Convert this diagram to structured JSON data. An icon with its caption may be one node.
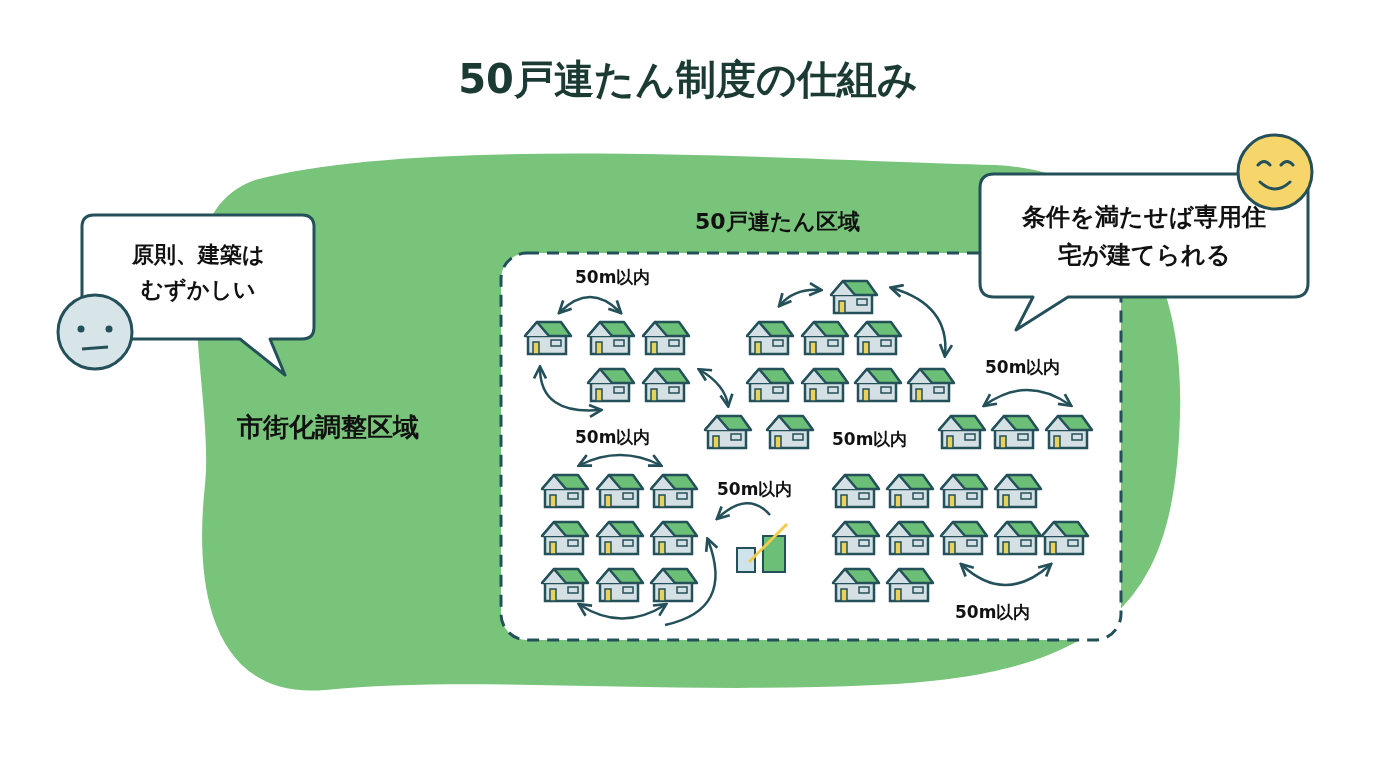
{
  "diagram": {
    "title": "50戸連たん制度の仕組み",
    "nodes": [
      {
        "text": [
          "市街化調整区域"
        ]
      },
      {
        "text": [
          "50戸連たん区域"
        ],
        "in": 0
      },
      {
        "text": [
          "原則、建築はむずかしい"
        ]
      },
      {
        "text": [
          "条件を満たせば専用住宅が建てられる"
        ]
      }
    ],
    "labels": [
      "50m以内",
      "50m以内",
      "50m以内",
      "50m以内",
      "50m以内",
      "50m以内"
    ]
  }
}
